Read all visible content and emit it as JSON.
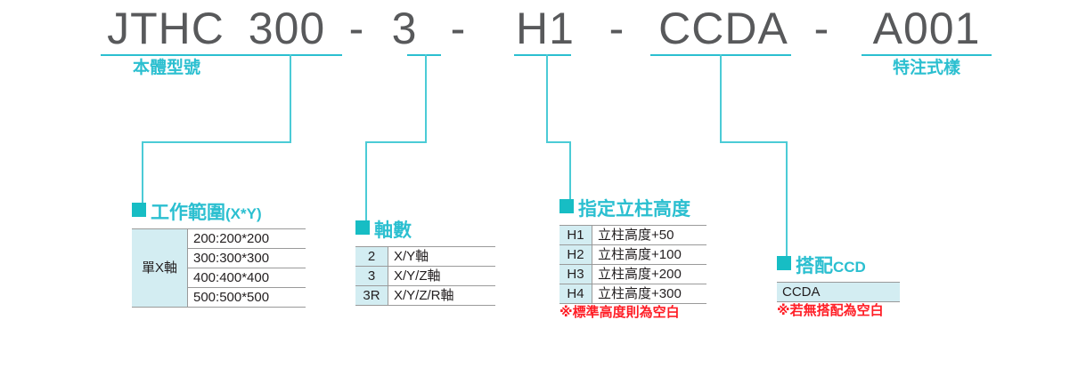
{
  "model_code": {
    "segments": [
      {
        "id": "body",
        "text": "JTHC",
        "caption": "本體型號"
      },
      {
        "id": "range",
        "text": "300",
        "caption": ""
      },
      {
        "id": "axes",
        "text": "3",
        "caption": ""
      },
      {
        "id": "height",
        "text": "H1",
        "caption": ""
      },
      {
        "id": "ccd",
        "text": "CCDA",
        "caption": ""
      },
      {
        "id": "spec",
        "text": "A001",
        "caption": "特注式樣"
      }
    ],
    "separator": "-"
  },
  "blocks": [
    {
      "id": "working-range",
      "title": "工作範圍",
      "title_small": "(X*Y)",
      "group_label": "單X軸",
      "rows": [
        "200:200*200",
        "300:300*300",
        "400:400*400",
        "500:500*500"
      ],
      "note": ""
    },
    {
      "id": "axis-count",
      "title": "軸數",
      "title_small": "",
      "rows": [
        {
          "key": "2",
          "value": "X/Y軸"
        },
        {
          "key": "3",
          "value": "X/Y/Z軸"
        },
        {
          "key": "3R",
          "value": "X/Y/Z/R軸"
        }
      ],
      "note": ""
    },
    {
      "id": "column-height",
      "title": "指定立柱高度",
      "title_small": "",
      "rows": [
        {
          "key": "H1",
          "value": "立柱高度+50"
        },
        {
          "key": "H2",
          "value": "立柱高度+100"
        },
        {
          "key": "H3",
          "value": "立柱高度+200"
        },
        {
          "key": "H4",
          "value": "立柱高度+300"
        }
      ],
      "note": "※標準高度則為空白"
    },
    {
      "id": "ccd-option",
      "title": "搭配",
      "title_small": "CCD",
      "rows": [
        {
          "key": "",
          "value": "CCDA"
        }
      ],
      "note": "※若無搭配為空白"
    }
  ],
  "colors": {
    "code_text": "#58595B",
    "accent": "#2BBFD0",
    "connector": "#4BCBD6",
    "marker": "#17BDC4",
    "key_cell_bg": "#D3EDF2",
    "note_red": "#FF1D25",
    "rule": "#9a9a9a"
  }
}
